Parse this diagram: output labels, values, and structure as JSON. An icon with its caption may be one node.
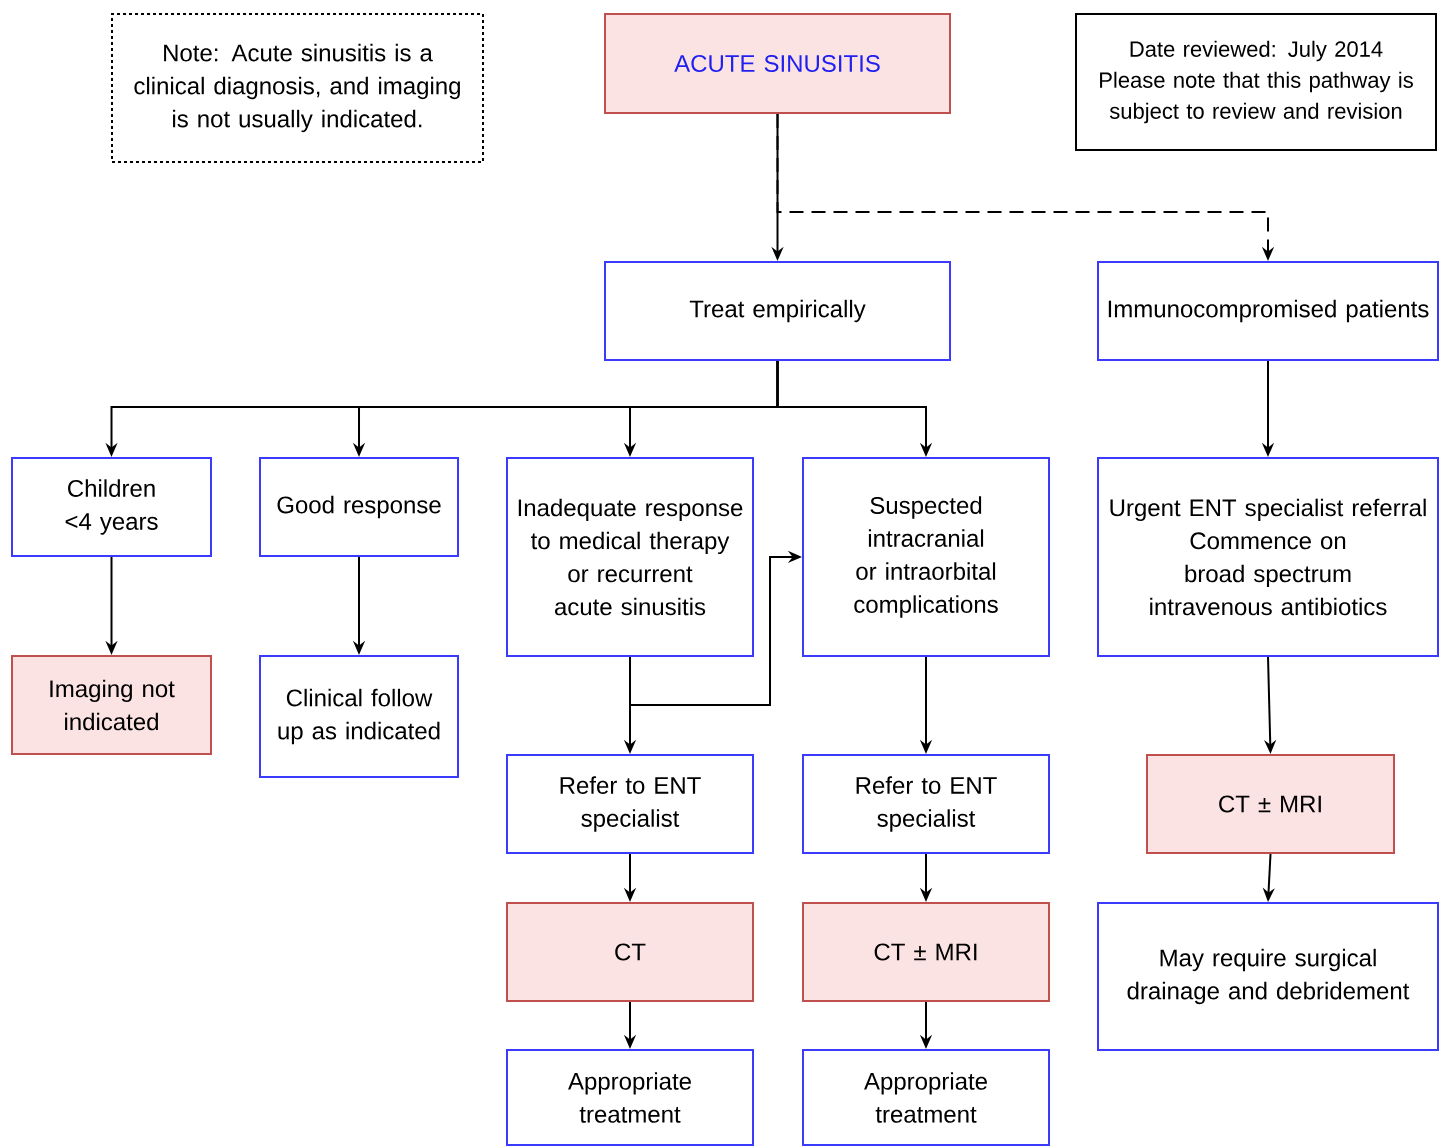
{
  "diagram": {
    "nodes": [
      {
        "text": [
          "Note: Acute sinusitis is a clinical diagnosis, and imaging is not usually indicated."
        ]
      },
      {
        "text": [
          "ACUTE SINUSITIS"
        ]
      },
      {
        "text": [
          "Date reviewed: July 2014",
          "Please note that this pathway is subject to review and revision"
        ]
      },
      {
        "text": [
          "Treat empirically"
        ]
      },
      {
        "text": [
          "Immunocompromised patients"
        ]
      },
      {
        "text": [
          "Children <4 years"
        ]
      },
      {
        "text": [
          "Good response"
        ]
      },
      {
        "text": [
          "Inadequate response to medical therapy or recurrent acute sinusitis"
        ]
      },
      {
        "text": [
          "Suspected intracranial or intraorbital complications"
        ]
      },
      {
        "text": [
          "Urgent ENT specialist referral",
          "Commence on broad spectrum intravenous antibiotics"
        ]
      },
      {
        "text": [
          "Imaging not indicated"
        ]
      },
      {
        "text": [
          "Clinical follow up as indicated"
        ]
      },
      {
        "text": [
          "Refer to ENT specialist"
        ]
      },
      {
        "text": [
          "Refer to ENT specialist"
        ]
      },
      {
        "text": [
          "CT ± MRI"
        ]
      },
      {
        "text": [
          "CT"
        ]
      },
      {
        "text": [
          "CT ± MRI"
        ]
      },
      {
        "text": [
          "May require surgical drainage and debridement"
        ]
      },
      {
        "text": [
          "Appropriate treatment"
        ]
      },
      {
        "text": [
          "Appropriate treatment"
        ]
      }
    ],
    "edges": [
      {
        "from": 1,
        "to": 3,
        "arrow": "to"
      },
      {
        "from": 1,
        "to": 4,
        "arrow": "to",
        "style": "dashed"
      },
      {
        "from": 3,
        "to": 5,
        "arrow": "to"
      },
      {
        "from": 3,
        "to": 6,
        "arrow": "to"
      },
      {
        "from": 3,
        "to": 7,
        "arrow": "to"
      },
      {
        "from": 3,
        "to": 8,
        "arrow": "to"
      },
      {
        "from": 4,
        "to": 9,
        "arrow": "to"
      },
      {
        "from": 5,
        "to": 10,
        "arrow": "to"
      },
      {
        "from": 6,
        "to": 11,
        "arrow": "to"
      },
      {
        "from": 7,
        "to": 12,
        "arrow": "to"
      },
      {
        "from": 7,
        "to": 8,
        "arrow": "to"
      },
      {
        "from": 8,
        "to": 13,
        "arrow": "to"
      },
      {
        "from": 9,
        "to": 14,
        "arrow": "to"
      },
      {
        "from": 12,
        "to": 15,
        "arrow": "to"
      },
      {
        "from": 13,
        "to": 16,
        "arrow": "to"
      },
      {
        "from": 14,
        "to": 17,
        "arrow": "to"
      },
      {
        "from": 15,
        "to": 18,
        "arrow": "to"
      },
      {
        "from": 16,
        "to": 19,
        "arrow": "to"
      }
    ]
  }
}
